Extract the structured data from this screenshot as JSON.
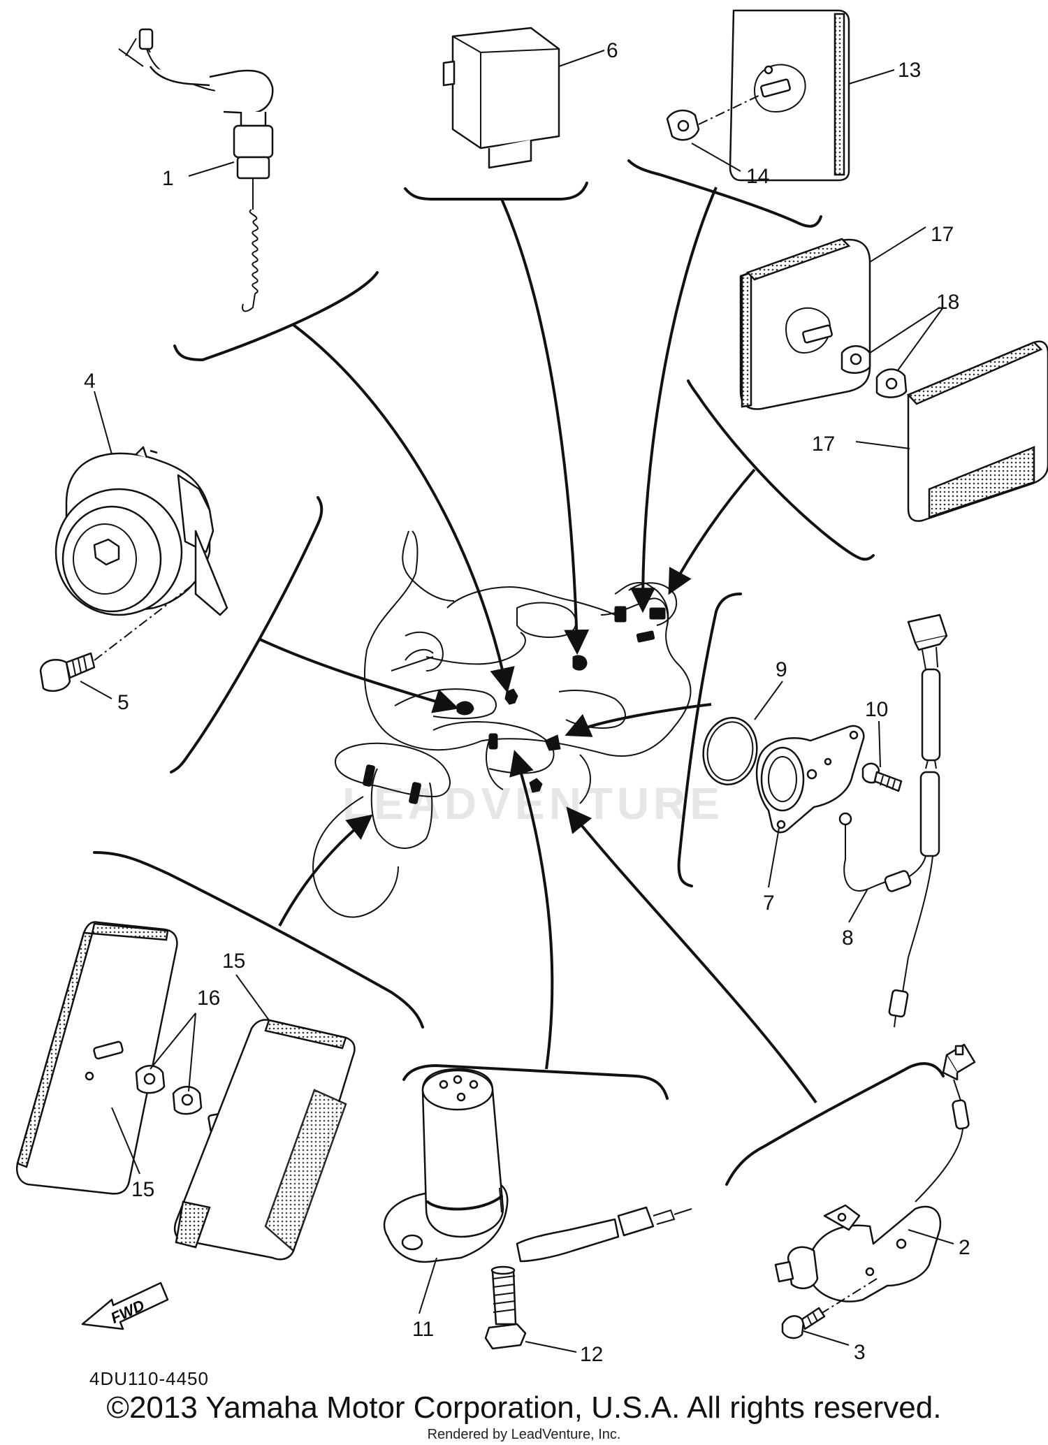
{
  "callouts": [
    {
      "id": "1",
      "text": "1"
    },
    {
      "id": "2",
      "text": "2"
    },
    {
      "id": "3",
      "text": "3"
    },
    {
      "id": "4",
      "text": "4"
    },
    {
      "id": "5",
      "text": "5"
    },
    {
      "id": "6",
      "text": "6"
    },
    {
      "id": "7",
      "text": "7"
    },
    {
      "id": "8",
      "text": "8"
    },
    {
      "id": "9",
      "text": "9"
    },
    {
      "id": "10",
      "text": "10"
    },
    {
      "id": "11",
      "text": "11"
    },
    {
      "id": "12",
      "text": "12"
    },
    {
      "id": "13",
      "text": "13"
    },
    {
      "id": "14",
      "text": "14"
    },
    {
      "id": "15a",
      "text": "15"
    },
    {
      "id": "15b",
      "text": "15"
    },
    {
      "id": "16",
      "text": "16"
    },
    {
      "id": "17a",
      "text": "17"
    },
    {
      "id": "17b",
      "text": "17"
    },
    {
      "id": "18",
      "text": "18"
    }
  ],
  "forward_marker": "FWD",
  "diagram_code": "4DU110-4450",
  "copyright": "©2013 Yamaha Motor Corporation, U.S.A. All rights reserved.",
  "rendered_by": "Rendered by LeadVenture, Inc.",
  "watermark": "LEADVENTURE"
}
